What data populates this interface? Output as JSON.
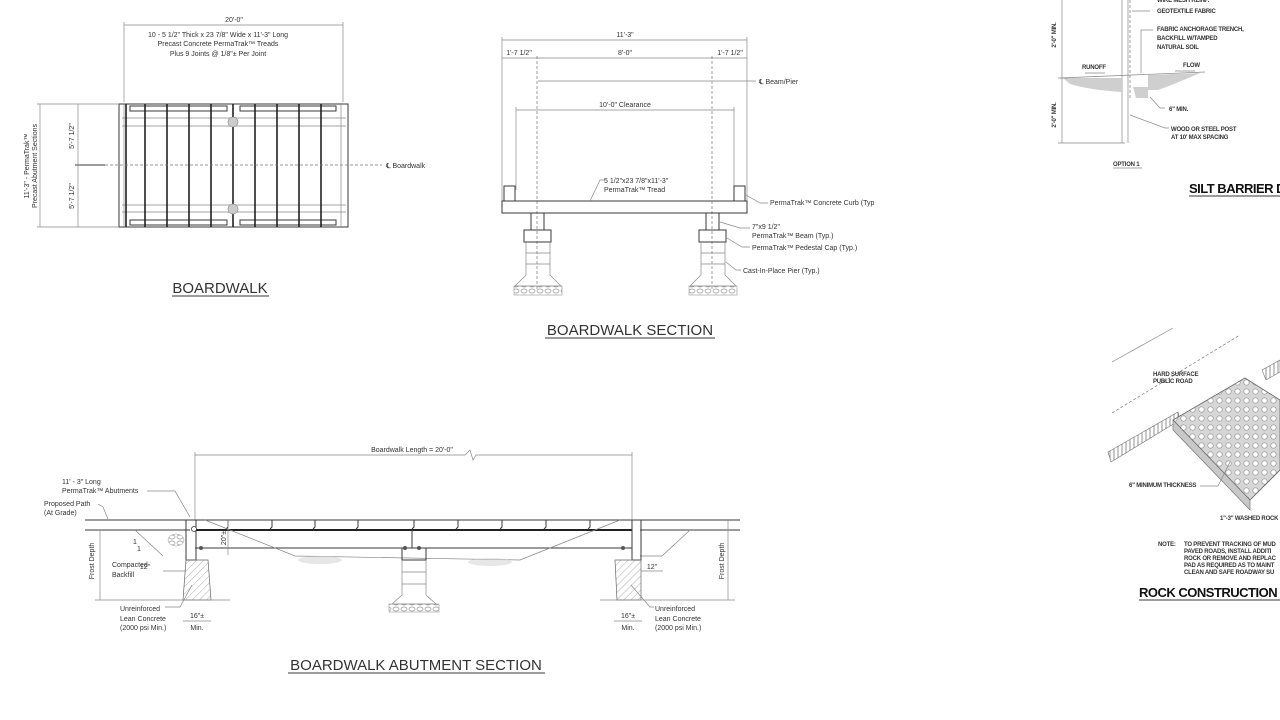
{
  "boardwalk_plan": {
    "title": "BOARDWALK",
    "overall_length": "20'-0\"",
    "tread_note_1": "10 - 5 1/2\" Thick x 23 7/8\" Wide x 11'-3\" Long",
    "tread_note_2": "Precast Concrete PermaTrak™ Treads",
    "tread_note_3": "Plus 9 Joints @ 1/8\"± Per Joint",
    "half_width_top": "5'-7 1/2\"",
    "half_width_bottom": "5'-7 1/2\"",
    "abutment_note_1": "11'-3\" - PermaTrak™",
    "abutment_note_2": "Precast Abutment Sections",
    "centerline_label": "℄ Boardwalk"
  },
  "boardwalk_section": {
    "title": "BOARDWALK SECTION",
    "overall_width": "11'-3\"",
    "left_overhang": "1'-7 1/2\"",
    "beam_spacing": "8'-0\"",
    "right_overhang": "1'-7 1/2\"",
    "centerline_label": "℄ Beam/Pier",
    "clearance": "10'-0\" Clearance",
    "tread_note_1": "5 1/2\"x23 7/8\"x11'-3\"",
    "tread_note_2": "PermaTrak™ Tread",
    "curb_note": "PermaTrak™  Concrete Curb (Typ",
    "beam_note_1": "7\"x9 1/2\"",
    "beam_note_2": "PermaTrak™ Beam (Typ.)",
    "cap_note": "PermaTrak™ Pedestal Cap (Typ.)",
    "pier_note": "Cast-In-Place Pier (Typ.)"
  },
  "abutment_section": {
    "title": "BOARDWALK ABUTMENT SECTION",
    "length_label": "Boardwalk Length = 20'-0\"",
    "abutment_note_1": "11' - 3\" Long",
    "abutment_note_2": "PermaTrak™ Abutments",
    "path_note_1": "Proposed Path",
    "path_note_2": "(At Grade)",
    "slope_num": "1",
    "slope_den": "1",
    "backfill_1": "Compacted",
    "backfill_2": "Backfill",
    "offset_left": "12\"",
    "offset_right": "12\"",
    "height_dim": "20\"±",
    "frost_left": "Frost Depth",
    "frost_right": "Frost Depth",
    "footing_width_left": "16\"±",
    "footing_width_right": "16\"±",
    "min_left": "Min.",
    "min_right": "Min.",
    "concrete_left_1": "Unreinforced",
    "concrete_left_2": "Lean Concrete",
    "concrete_left_3": "(2000 psi Min.)",
    "concrete_right_1": "Unreinforced",
    "concrete_right_2": "Lean Concrete",
    "concrete_right_3": "(2000 psi Min.)"
  },
  "silt_barrier": {
    "title": "SILT BARRIER DE",
    "top_cut": "WIRE MESH REINF.",
    "geotextile": "GEOTEXTILE FABRIC",
    "trench_1": "FABRIC ANCHORAGE TRENCH,",
    "trench_2": "BACKFILL W/TAMPED",
    "trench_3": "NATURAL SOIL",
    "runoff": "RUNOFF",
    "flow": "FLOW",
    "upper_dim": "2'-0\" MIN.",
    "lower_dim": "2'-0\" MIN.",
    "depth_min": "6\" MIN.",
    "post_1": "WOOD OR STEEL POST",
    "post_2": "AT 10' MAX SPACING",
    "option": "OPTION 1"
  },
  "rock_entrance": {
    "title": "ROCK CONSTRUCTION EN",
    "road_1": "HARD SURFACE",
    "road_2": "PUBLIC ROAD",
    "thickness": "6\" MINIMUM THICKNESS",
    "rock": "1\"-3\" WASHED ROCK",
    "note_label": "NOTE:",
    "note_1": "TO PREVENT TRACKING OF MUD",
    "note_2": "PAVED ROADS, INSTALL ADDITI",
    "note_3": "ROCK OR REMOVE AND REPLAC",
    "note_4": "PAD AS REQUIRED AS TO MAINT",
    "note_5": "CLEAN AND SAFE ROADWAY SU"
  }
}
